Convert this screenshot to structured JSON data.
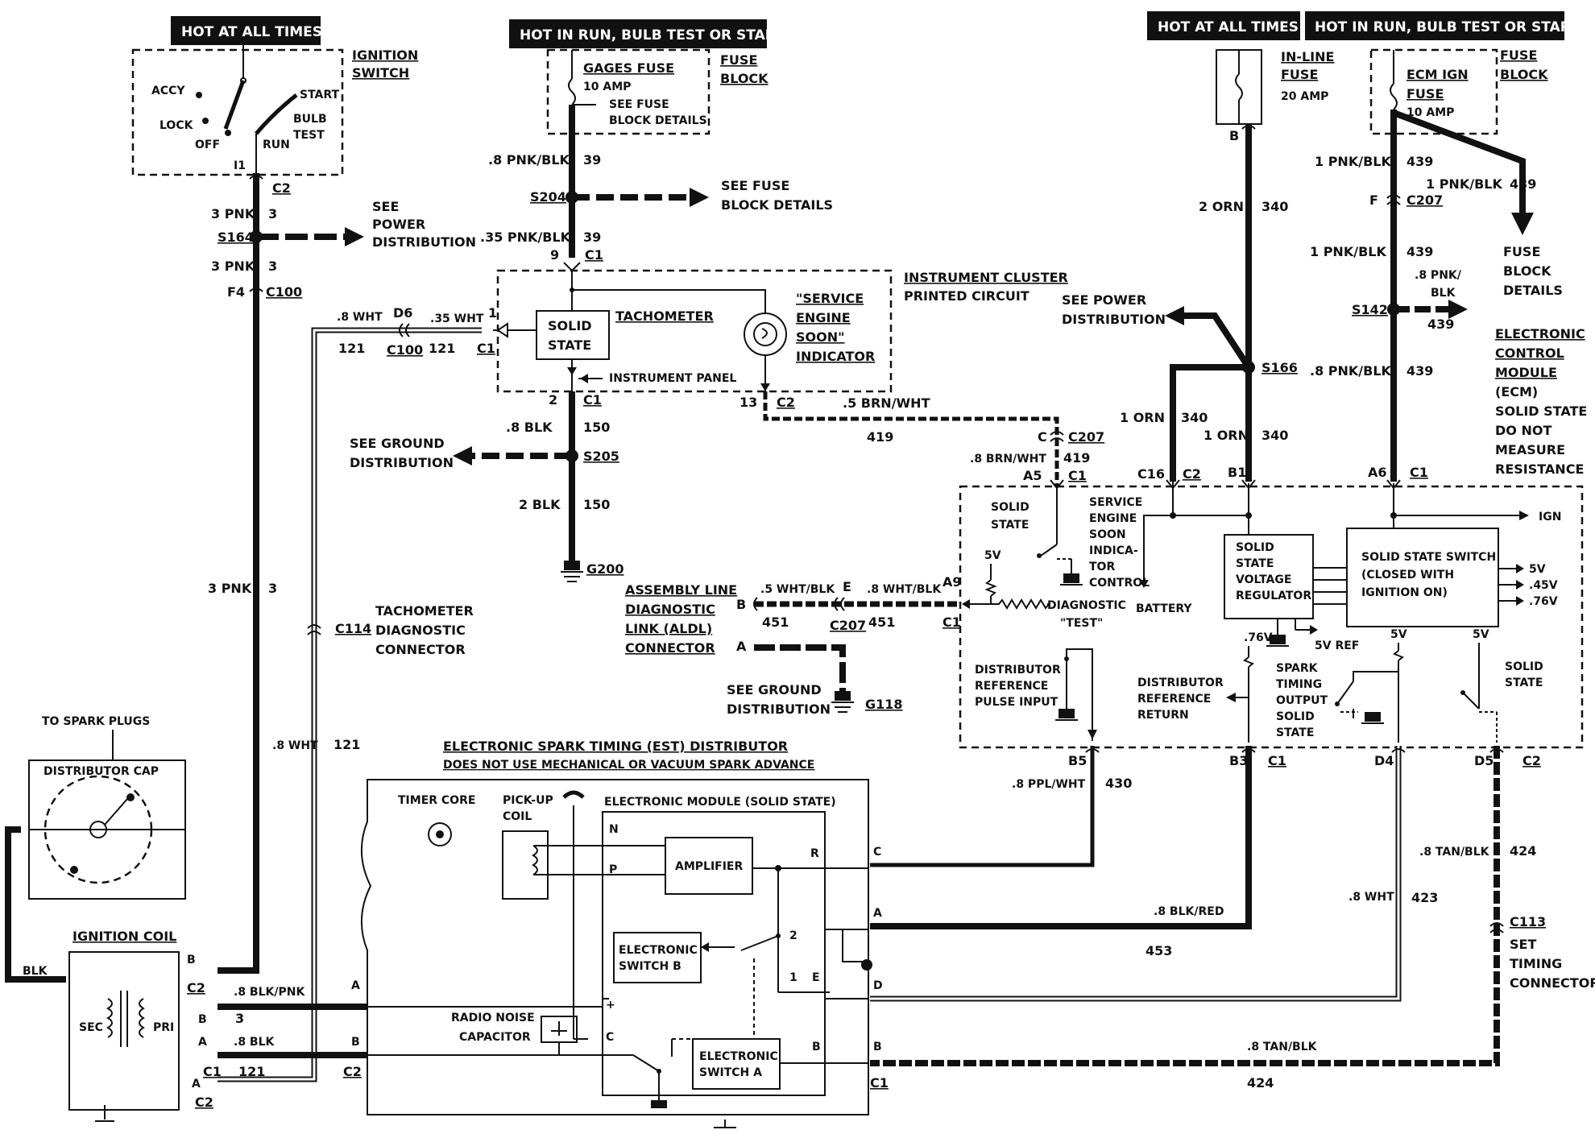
{
  "headers": {
    "hot_left": "HOT AT ALL TIMES",
    "run_mid": "HOT IN RUN, BULB TEST OR START",
    "hot_right": "HOT AT ALL TIMES",
    "run_right": "HOT IN RUN, BULB TEST OR START"
  },
  "ignition_switch": {
    "title_1": "IGNITION",
    "title_2": "SWITCH",
    "accy": "ACCY",
    "lock": "LOCK",
    "off": "OFF",
    "run": "RUN",
    "start": "START",
    "bulb": "BULB",
    "test": "TEST",
    "terminal": "I1",
    "connector": "C2"
  },
  "left_feed": {
    "wire_3pnk_a": "3 PNK",
    "ckt_3_a": "3",
    "splice": "S164",
    "see_power_1": "SEE",
    "see_power_2": "POWER",
    "see_power_3": "DISTRIBUTION",
    "wire_3pnk_b": "3 PNK",
    "ckt_3_b": "3",
    "f4": "F4",
    "c100": "C100",
    "wire_3pnk_c": "3 PNK",
    "ckt_3_c": "3"
  },
  "gages_fuse": {
    "name": "GAGES FUSE",
    "amp": "10 AMP",
    "see_1": "SEE FUSE",
    "see_2": "BLOCK DETAILS",
    "fuse_1": "FUSE",
    "fuse_2": "BLOCK",
    "wire_a": ".8 PNK/BLK",
    "ckt_a": "39",
    "splice": "S204",
    "see_fb_1": "SEE FUSE",
    "see_fb_2": "BLOCK DETAILS",
    "wire_b": ".35 PNK/BLK",
    "ckt_b": "39",
    "pin": "9",
    "conn": "C1"
  },
  "cluster": {
    "title_1": "INSTRUMENT CLUSTER",
    "title_2": "PRINTED CIRCUIT",
    "solid_1": "SOLID",
    "solid_2": "STATE",
    "tach": "TACHOMETER",
    "ses_1": "\"SERVICE",
    "ses_2": "ENGINE",
    "ses_3": "SOON\"",
    "ses_4": "INDICATOR",
    "panel": "INSTRUMENT PANEL",
    "pin2": "2",
    "c1": "C1",
    "pin13": "13",
    "c2": "C2",
    "pin1": "1",
    "c1b": "C1"
  },
  "tach_wire": {
    "w8wht": ".8 WHT",
    "d6": "D6",
    "w35wht": ".35 WHT",
    "ckt121a": "121",
    "c100": "C100",
    "ckt121b": "121",
    "c114": "C114",
    "tdc_1": "TACHOMETER",
    "tdc_2": "DIAGNOSTIC",
    "tdc_3": "CONNECTOR",
    "w8wht_b": ".8 WHT",
    "ckt121c": "121"
  },
  "ground_mid": {
    "w8blk": ".8 BLK",
    "ckt150a": "150",
    "see_1": "SEE GROUND",
    "see_2": "DISTRIBUTION",
    "splice": "S205",
    "w2blk": "2 BLK",
    "ckt150b": "150",
    "g200": "G200"
  },
  "brn_wire": {
    "w": ".5 BRN/WHT",
    "ckt": "419",
    "c": "C",
    "c207": "C207",
    "w2": ".8 BRN/WHT",
    "ckt2": "419",
    "a5": "A5",
    "c1": "C1"
  },
  "aldl": {
    "t1": "ASSEMBLY LINE",
    "t2": "DIAGNOSTIC",
    "t3": "LINK (ALDL)",
    "t4": "CONNECTOR",
    "b": "B",
    "a": "A",
    "w5": ".5 WHT/BLK",
    "e": "E",
    "w8": ".8 WHT/BLK",
    "a9": "A9",
    "ckt451a": "451",
    "c207": "C207",
    "ckt451b": "451",
    "c1": "C1",
    "see_1": "SEE GROUND",
    "see_2": "DISTRIBUTION",
    "g118": "G118"
  },
  "right_feed": {
    "inline_1": "IN-LINE",
    "inline_2": "FUSE",
    "amp": "20 AMP",
    "b": "B",
    "w2orn": "2 ORN",
    "ckt340a": "340",
    "see_pwr_1": "SEE POWER",
    "see_pwr_2": "DISTRIBUTION",
    "s166": "S166",
    "w1orn_a": "1 ORN",
    "ckt340b": "340",
    "w1orn_b": "1 ORN",
    "ckt340c": "340",
    "c16": "C16",
    "c2": "C2",
    "b1": "B1"
  },
  "ecm_fuse": {
    "name_1": "ECM IGN",
    "name_2": "FUSE",
    "amp": "10 AMP",
    "fuse_1": "FUSE",
    "fuse_2": "BLOCK",
    "w1pnk_a": "1 PNK/BLK",
    "ckt439a": "439",
    "w1pnk_b": "1 PNK/BLK",
    "ckt439b": "439",
    "f": "F",
    "c207": "C207",
    "fbd_1": "FUSE",
    "fbd_2": "BLOCK",
    "fbd_3": "DETAILS",
    "w1pnk_c": "1 PNK/BLK",
    "ckt439c": "439",
    "w8pnk_1": ".8 PNK/",
    "w8pnk_2": "BLK",
    "s142": "S142",
    "ckt439d": "439",
    "w8pnkblk": ".8 PNK/BLK",
    "ckt439e": "439",
    "a6": "A6",
    "c1": "C1"
  },
  "ecm": {
    "t1": "ELECTRONIC",
    "t2": "CONTROL",
    "t3": "MODULE",
    "t4": "(ECM)",
    "t5": "SOLID STATE",
    "t6": "DO NOT",
    "t7": "MEASURE",
    "t8": "RESISTANCE",
    "ss_1": "SOLID",
    "ss_2": "STATE",
    "sesic_1": "SERVICE",
    "sesic_2": "ENGINE",
    "sesic_3": "SOON",
    "sesic_4": "INDICA-",
    "sesic_5": "TOR",
    "sesic_6": "CONTROL",
    "v5a": "5V",
    "diag_1": "DIAGNOSTIC",
    "diag_2": "\"TEST\"",
    "battery": "BATTERY",
    "vr_1": "SOLID",
    "vr_2": "STATE",
    "vr_3": "VOLTAGE",
    "vr_4": "REGULATOR",
    "sw_1": "SOLID STATE SWITCH",
    "sw_2": "(CLOSED WITH",
    "sw_3": "IGNITION ON)",
    "ign": "IGN",
    "out5v": "5V",
    "out45": ".45V",
    "out76": ".76V",
    "v5ref": "5V REF",
    "v76": ".76V",
    "v5b": "5V",
    "v5c": "5V",
    "dri_1": "DISTRIBUTOR",
    "dri_2": "REFERENCE",
    "dri_3": "PULSE INPUT",
    "drr_1": "DISTRIBUTOR",
    "drr_2": "REFERENCE",
    "drr_3": "RETURN",
    "sto_1": "SPARK",
    "sto_2": "TIMING",
    "sto_3": "OUTPUT",
    "sto_4": "SOLID",
    "sto_5": "STATE",
    "ss2_1": "SOLID",
    "ss2_2": "STATE",
    "b5": "B5",
    "b3": "B3",
    "c1": "C1",
    "d4": "D4",
    "d5": "D5",
    "c2": "C2"
  },
  "est_wires": {
    "w8ppl": ".8 PPL/WHT",
    "ckt430": "430",
    "w8tan": ".8 TAN/BLK",
    "ckt424a": "424",
    "w8wht": ".8 WHT",
    "ckt423": "423",
    "w8blkred": ".8 BLK/RED",
    "ckt453": "453",
    "c113": "C113",
    "stc_1": "SET",
    "stc_2": "TIMING",
    "stc_3": "CONNECTOR",
    "w8tan_b": ".8 TAN/BLK",
    "ckt424b": "424"
  },
  "distributor": {
    "title": "ELECTRONIC SPARK TIMING (EST) DISTRIBUTOR",
    "subtitle": "DOES NOT USE MECHANICAL OR VACUUM SPARK ADVANCE",
    "timer": "TIMER CORE",
    "pickup_1": "PICK-UP",
    "pickup_2": "COIL",
    "module": "ELECTRONIC MODULE (SOLID STATE)",
    "n": "N",
    "p": "P",
    "amplifier": "AMPLIFIER",
    "r": "R",
    "esb_1": "ELECTRONIC",
    "esb_2": "SWITCH B",
    "two": "2",
    "one": "1",
    "e": "E",
    "plus": "+",
    "c": "C",
    "esa_1": "ELECTRONIC",
    "esa_2": "SWITCH A",
    "b": "B",
    "rnc_1": "RADIO NOISE",
    "rnc_2": "CAPACITOR",
    "term_c": "C",
    "term_a": "A",
    "term_d": "D",
    "term_b": "B",
    "c1": "C1",
    "left_a": "A",
    "left_b": "B",
    "c2": "C2"
  },
  "coil": {
    "spark": "TO SPARK PLUGS",
    "cap": "DISTRIBUTOR CAP",
    "coil": "IGNITION COIL",
    "blk": "BLK",
    "sec": "SEC",
    "pri": "PRI",
    "b_top": "B",
    "c2a": "C2",
    "w8blkpnk": ".8 BLK/PNK",
    "b": "B",
    "ckt3": "3",
    "a": "A",
    "w8blk": ".8 BLK",
    "c1": "C1",
    "ckt121": "121",
    "a2": "A",
    "c2b": "C2"
  }
}
